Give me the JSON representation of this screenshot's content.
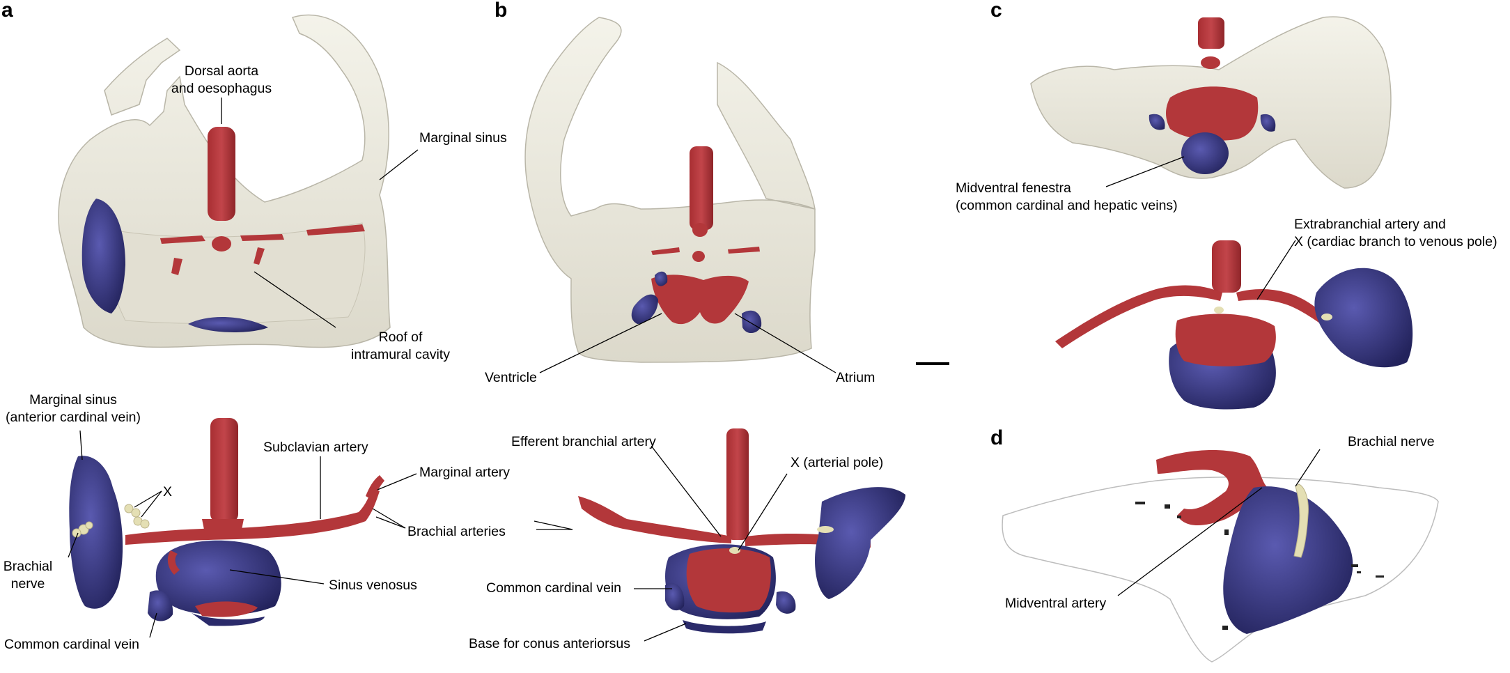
{
  "panels": {
    "a": {
      "letter": "a",
      "labels": {
        "dorsal_aorta": [
          "Dorsal aorta",
          "and oesophagus"
        ],
        "marginal_sinus": "Marginal sinus",
        "roof": [
          "Roof of",
          "intramural cavity"
        ],
        "marginal_sinus_acv": [
          "Marginal sinus",
          "(anterior cardinal vein)"
        ],
        "subclavian": "Subclavian artery",
        "marginal_artery": "Marginal artery",
        "x": "X",
        "brachial_arteries": "Brachial arteries",
        "brachial_nerve": [
          "Brachial",
          "nerve"
        ],
        "sinus_venosus": "Sinus venosus",
        "common_cardinal": "Common cardinal vein"
      }
    },
    "b": {
      "letter": "b",
      "labels": {
        "ventricle": "Ventricle",
        "atrium": "Atrium",
        "efferent": "Efferent branchial artery",
        "x_arterial": "X (arterial pole)",
        "common_cardinal": "Common cardinal vein",
        "base_conus": "Base for conus anteriorsus"
      }
    },
    "c": {
      "letter": "c",
      "labels": {
        "midventral_fenestra": [
          "Midventral fenestra",
          "(common cardinal and hepatic veins)"
        ],
        "extrabranchial": [
          "Extrabranchial artery and",
          "X (cardiac branch to venous pole)"
        ]
      }
    },
    "d": {
      "letter": "d",
      "labels": {
        "brachial_nerve": "Brachial nerve",
        "midventral_artery": "Midventral artery"
      }
    }
  },
  "colors": {
    "bone": "#ebe9de",
    "bone_edge": "#b9b6a8",
    "artery": "#b3373a",
    "artery_dark": "#8a2226",
    "vein": "#3a3a8c",
    "vein_dark": "#26265e",
    "nerve": "#e4dfb4"
  }
}
